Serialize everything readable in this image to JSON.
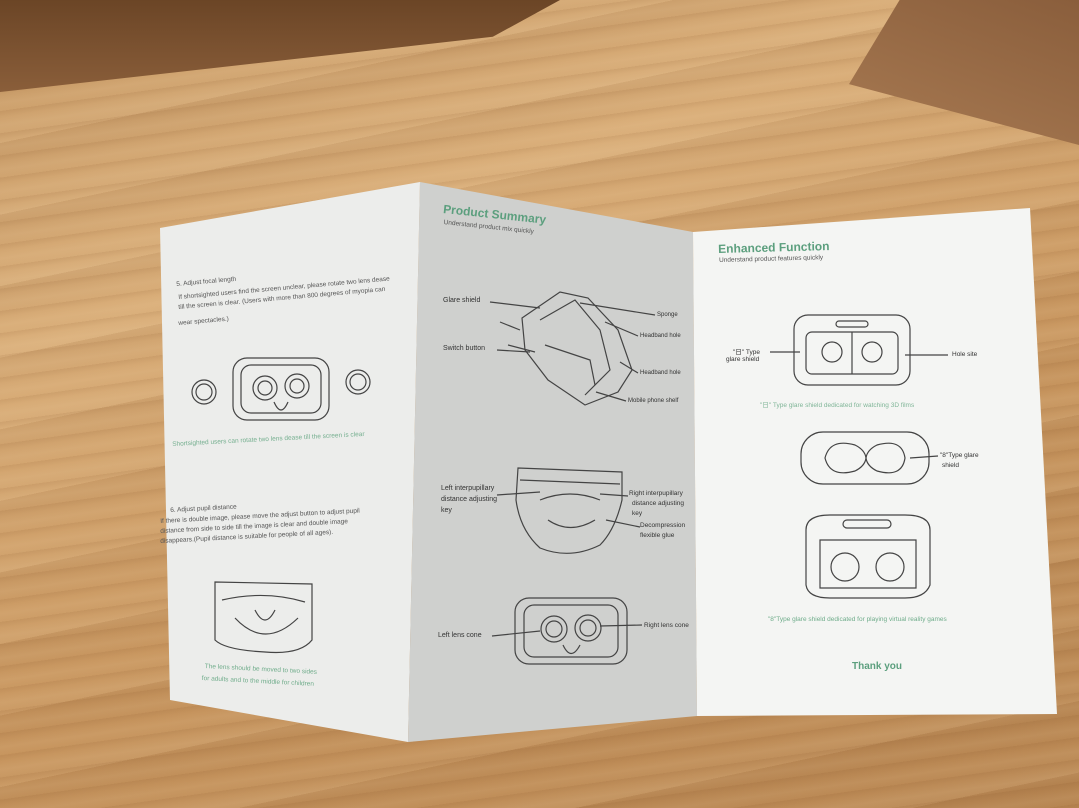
{
  "scene": {
    "description_colors": {
      "wood": "#c99c68",
      "paper": "#f3f3f1",
      "accent_green": "#5c9f7e"
    }
  },
  "left_panel": {
    "step5_title": "5. Adjust focal length",
    "step5_text": [
      "If shortsighted users find the screen unclear, please rotate two lens dease",
      "till the screen is clear. (Users with more than 800 degrees of myopia can",
      "wear spectacles.)"
    ],
    "step5_caption": "Shortsighted users can rotate two lens dease  till the screen is clear",
    "step6_title": "6. Adjust pupil distance",
    "step6_text": [
      "If there is double image, please move the adjust button to adjust pupil",
      "distance from side to side till the image is clear and double image",
      "disappears.(Pupil distance is suitable for people of all ages)."
    ],
    "step6_caption": [
      "The lens should be moved to two sides",
      "for adults and to the middle for children"
    ]
  },
  "middle_panel": {
    "title": "Product Summary",
    "subtitle": "Understand product mix quickly",
    "labels": {
      "glare_shield": "Glare shield",
      "switch_button": "Switch button",
      "sponge": "Sponge",
      "headband_hole_1": "Headband hole",
      "headband_hole_2": "Headband hole",
      "mobile_phone_shelf": "Mobile phone shelf",
      "left_ipd_key": [
        "Left interpupillary",
        "distance adjusting",
        "key"
      ],
      "right_ipd_key": [
        "Right interpupillary",
        "distance adjusting",
        "key"
      ],
      "decompression_glue": [
        "Decompression",
        "flexible glue"
      ],
      "left_lens_cone": "Left lens cone",
      "right_lens_cone": "Right lens cone"
    }
  },
  "right_panel": {
    "title": "Enhanced Function",
    "subtitle": "Understand product features quickly",
    "type_b_label": [
      "\"日\" Type",
      "glare shield"
    ],
    "hole_site": "Hole site",
    "type_b_caption": "\"日\" Type glare shield dedicated for watching 3D films",
    "type_8_label": [
      "\"8\"Type glare",
      "shield"
    ],
    "type_8_caption": "\"8\"Type glare shield dedicated for playing virtual reality games",
    "thanks": "Thank you"
  }
}
